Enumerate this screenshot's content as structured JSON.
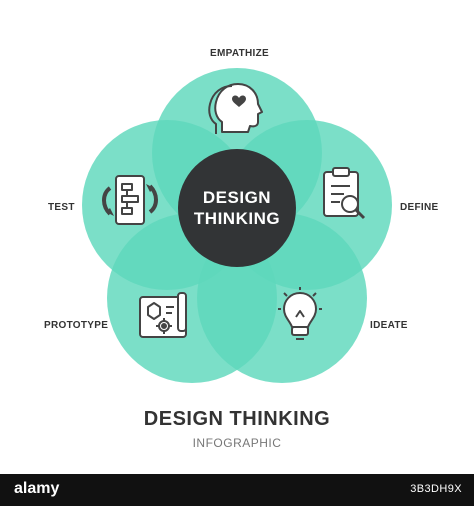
{
  "diagram": {
    "center": {
      "line1": "DESIGN",
      "line2": "THINKING"
    },
    "stages": [
      {
        "label": "EMPATHIZE",
        "icon": "head-heart-icon"
      },
      {
        "label": "DEFINE",
        "icon": "clipboard-search-icon"
      },
      {
        "label": "IDEATE",
        "icon": "lightbulb-icon"
      },
      {
        "label": "PROTOTYPE",
        "icon": "blueprint-gear-icon"
      },
      {
        "label": "TEST",
        "icon": "flowchart-cycle-icon"
      }
    ],
    "colors": {
      "petal": "#5ed8bc",
      "center": "#323436",
      "text": "#333333",
      "icon_stroke": "#444444",
      "background": "#ffffff"
    }
  },
  "footer": {
    "title": "DESIGN THINKING",
    "subtitle": "INFOGRAPHIC"
  },
  "watermark": {
    "brand": "alamy",
    "image_id": "3B3DH9X"
  }
}
